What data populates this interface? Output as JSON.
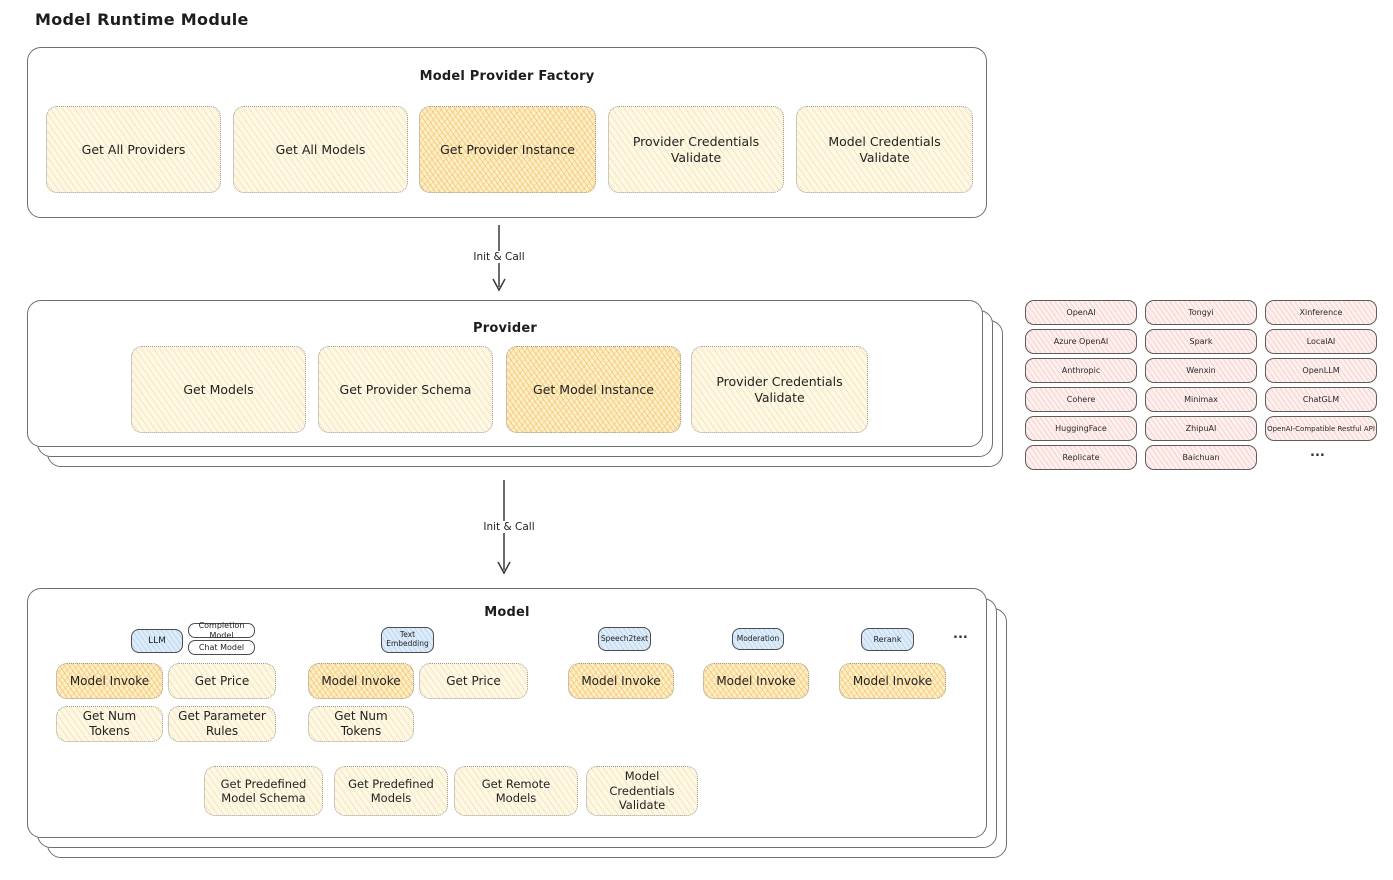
{
  "page_title": "Model Runtime Module",
  "arrows": {
    "arrow1_label": "Init & Call",
    "arrow2_label": "Init & Call"
  },
  "factory": {
    "title": "Model Provider Factory",
    "buttons": [
      {
        "label": "Get All Providers",
        "highlighted": false
      },
      {
        "label": "Get All Models",
        "highlighted": false
      },
      {
        "label": "Get Provider Instance",
        "highlighted": true
      },
      {
        "label": "Provider Credentials Validate",
        "highlighted": false
      },
      {
        "label": "Model Credentials Validate",
        "highlighted": false
      }
    ]
  },
  "provider": {
    "title": "Provider",
    "buttons": [
      {
        "label": "Get Models",
        "highlighted": false
      },
      {
        "label": "Get Provider Schema",
        "highlighted": false
      },
      {
        "label": "Get Model Instance",
        "highlighted": true
      },
      {
        "label": "Provider Credentials Validate",
        "highlighted": false
      }
    ]
  },
  "provider_list": {
    "items": [
      {
        "label": "OpenAI"
      },
      {
        "label": "Tongyi"
      },
      {
        "label": "Xinference"
      },
      {
        "label": "Azure OpenAI"
      },
      {
        "label": "Spark"
      },
      {
        "label": "LocalAI"
      },
      {
        "label": "Anthropic"
      },
      {
        "label": "Wenxin"
      },
      {
        "label": "OpenLLM"
      },
      {
        "label": "Cohere"
      },
      {
        "label": "Minimax"
      },
      {
        "label": "ChatGLM"
      },
      {
        "label": "HuggingFace"
      },
      {
        "label": "ZhipuAI"
      },
      {
        "label": "OpenAI-Compatible Restful API"
      },
      {
        "label": "Replicate"
      },
      {
        "label": "Baichuan"
      }
    ],
    "more_label": "..."
  },
  "model": {
    "title": "Model",
    "type_tags": [
      {
        "label": "LLM",
        "style": "blue"
      },
      {
        "label": "Completion Model",
        "style": "white"
      },
      {
        "label": "Chat Model",
        "style": "white"
      },
      {
        "label": "Text Embedding",
        "style": "blue"
      },
      {
        "label": "Speech2text",
        "style": "blue"
      },
      {
        "label": "Moderation",
        "style": "blue"
      },
      {
        "label": "Rerank",
        "style": "blue"
      }
    ],
    "more_label": "...",
    "action_buttons": [
      {
        "label": "Model Invoke",
        "highlighted": true
      },
      {
        "label": "Get Price",
        "highlighted": false
      },
      {
        "label": "Get Num Tokens",
        "highlighted": false
      },
      {
        "label": "Get Parameter Rules",
        "highlighted": false
      },
      {
        "label": "Model Invoke",
        "highlighted": true
      },
      {
        "label": "Get Price",
        "highlighted": false
      },
      {
        "label": "Get Num Tokens",
        "highlighted": false
      },
      {
        "label": "Model Invoke",
        "highlighted": true
      },
      {
        "label": "Model Invoke",
        "highlighted": true
      },
      {
        "label": "Model Invoke",
        "highlighted": true
      }
    ],
    "bottom_buttons": [
      {
        "label": "Get Predefined Model Schema"
      },
      {
        "label": "Get Predefined Models"
      },
      {
        "label": "Get Remote Models"
      },
      {
        "label": "Model Credentials Validate"
      }
    ]
  },
  "colors": {
    "highlight_fill": "#fbe3a8",
    "yellow_fill": "#fdf8e6",
    "pink_fill": "#fdf0ee",
    "blue_fill": "#ddecfa",
    "box_border": "#6f6f6f"
  }
}
